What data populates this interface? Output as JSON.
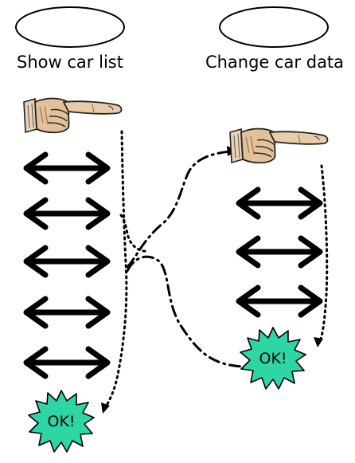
{
  "use_cases": [
    {
      "label": "Show car list"
    },
    {
      "label": "Change car data"
    }
  ],
  "ok_badge": {
    "label": "OK!",
    "color": "#2ed6a6"
  },
  "icons": {
    "pointer": "pointing-hand-icon",
    "exchange": "double-headed-arrow-icon"
  }
}
